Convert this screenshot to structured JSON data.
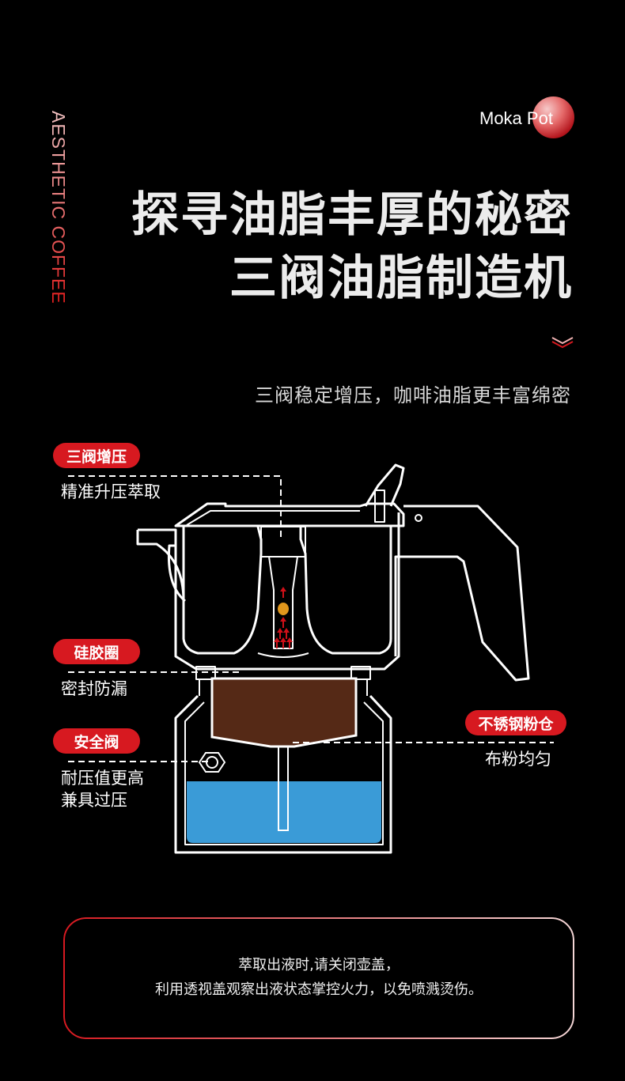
{
  "brand": {
    "side_text": "AESTHETIC COFFEE",
    "badge_label": "Moka Pot"
  },
  "header": {
    "title_line1": "探寻油脂丰厚的秘密",
    "title_line2": "三阀油脂制造机",
    "subtitle": "三阀稳定增压，咖啡油脂更丰富绵密"
  },
  "callouts": [
    {
      "tag": "三阀增压",
      "desc": [
        "精准升压萃取"
      ]
    },
    {
      "tag": "硅胶圈",
      "desc": [
        "密封防漏"
      ]
    },
    {
      "tag": "安全阀",
      "desc": [
        "耐压值更高",
        "兼具过压"
      ]
    },
    {
      "tag": "不锈钢粉仓",
      "desc": [
        "布粉均匀"
      ]
    }
  ],
  "diagram": {
    "colors": {
      "outline": "#ffffff",
      "coffee": "#552916",
      "water": "#3a9bd7",
      "arrow": "#d01018",
      "valve": "#e0961c"
    }
  },
  "warning": {
    "line1": "萃取出液时,请关闭壶盖，",
    "line2": "利用透视盖观察出液状态掌控火力，以免喷溅烫伤。"
  },
  "colors": {
    "accent": "#d71920",
    "background": "#000000"
  }
}
